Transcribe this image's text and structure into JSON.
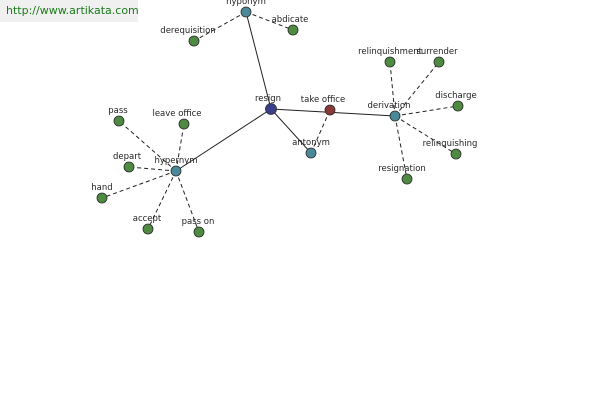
{
  "watermark": "http://www.artikata.com",
  "colors": {
    "center": "#3a3f8c",
    "relation": "#4a8a98",
    "leaf": "#4f8a42",
    "antonym_leaf": "#8a3838",
    "edge": "#222222"
  },
  "nodes": [
    {
      "id": "resign",
      "label": "resign",
      "kind": "center"
    },
    {
      "id": "hyponym",
      "label": "hyponym",
      "kind": "relation"
    },
    {
      "id": "hypernym",
      "label": "hypernym",
      "kind": "relation"
    },
    {
      "id": "antonym",
      "label": "antonym",
      "kind": "relation"
    },
    {
      "id": "derivation",
      "label": "derivation",
      "kind": "relation"
    },
    {
      "id": "take-office",
      "label": "take office",
      "kind": "antonym_leaf"
    },
    {
      "id": "derequisition",
      "label": "derequisition",
      "kind": "leaf"
    },
    {
      "id": "abdicate",
      "label": "abdicate",
      "kind": "leaf"
    },
    {
      "id": "pass",
      "label": "pass",
      "kind": "leaf"
    },
    {
      "id": "leave-office",
      "label": "leave office",
      "kind": "leaf"
    },
    {
      "id": "depart",
      "label": "depart",
      "kind": "leaf"
    },
    {
      "id": "hand",
      "label": "hand",
      "kind": "leaf"
    },
    {
      "id": "accept",
      "label": "accept",
      "kind": "leaf"
    },
    {
      "id": "pass-on",
      "label": "pass on",
      "kind": "leaf"
    },
    {
      "id": "relinquishment",
      "label": "relinquishment",
      "kind": "leaf"
    },
    {
      "id": "surrender",
      "label": "surrender",
      "kind": "leaf"
    },
    {
      "id": "discharge",
      "label": "discharge",
      "kind": "leaf"
    },
    {
      "id": "relinquishing",
      "label": "relinquishing",
      "kind": "leaf"
    },
    {
      "id": "resignation",
      "label": "resignation",
      "kind": "leaf"
    }
  ],
  "edges": [
    {
      "from": "resign",
      "to": "hyponym",
      "style": "solid"
    },
    {
      "from": "resign",
      "to": "hypernym",
      "style": "solid"
    },
    {
      "from": "resign",
      "to": "antonym",
      "style": "solid"
    },
    {
      "from": "resign",
      "to": "derivation",
      "style": "solid"
    },
    {
      "from": "hyponym",
      "to": "derequisition",
      "style": "dashed"
    },
    {
      "from": "hyponym",
      "to": "abdicate",
      "style": "dashed"
    },
    {
      "from": "hypernym",
      "to": "pass",
      "style": "dashed"
    },
    {
      "from": "hypernym",
      "to": "leave-office",
      "style": "dashed"
    },
    {
      "from": "hypernym",
      "to": "depart",
      "style": "dashed"
    },
    {
      "from": "hypernym",
      "to": "hand",
      "style": "dashed"
    },
    {
      "from": "hypernym",
      "to": "accept",
      "style": "dashed"
    },
    {
      "from": "hypernym",
      "to": "pass-on",
      "style": "dashed"
    },
    {
      "from": "antonym",
      "to": "take-office",
      "style": "dashed"
    },
    {
      "from": "derivation",
      "to": "relinquishment",
      "style": "dashed"
    },
    {
      "from": "derivation",
      "to": "surrender",
      "style": "dashed"
    },
    {
      "from": "derivation",
      "to": "discharge",
      "style": "dashed"
    },
    {
      "from": "derivation",
      "to": "relinquishing",
      "style": "dashed"
    },
    {
      "from": "derivation",
      "to": "resignation",
      "style": "dashed"
    }
  ]
}
